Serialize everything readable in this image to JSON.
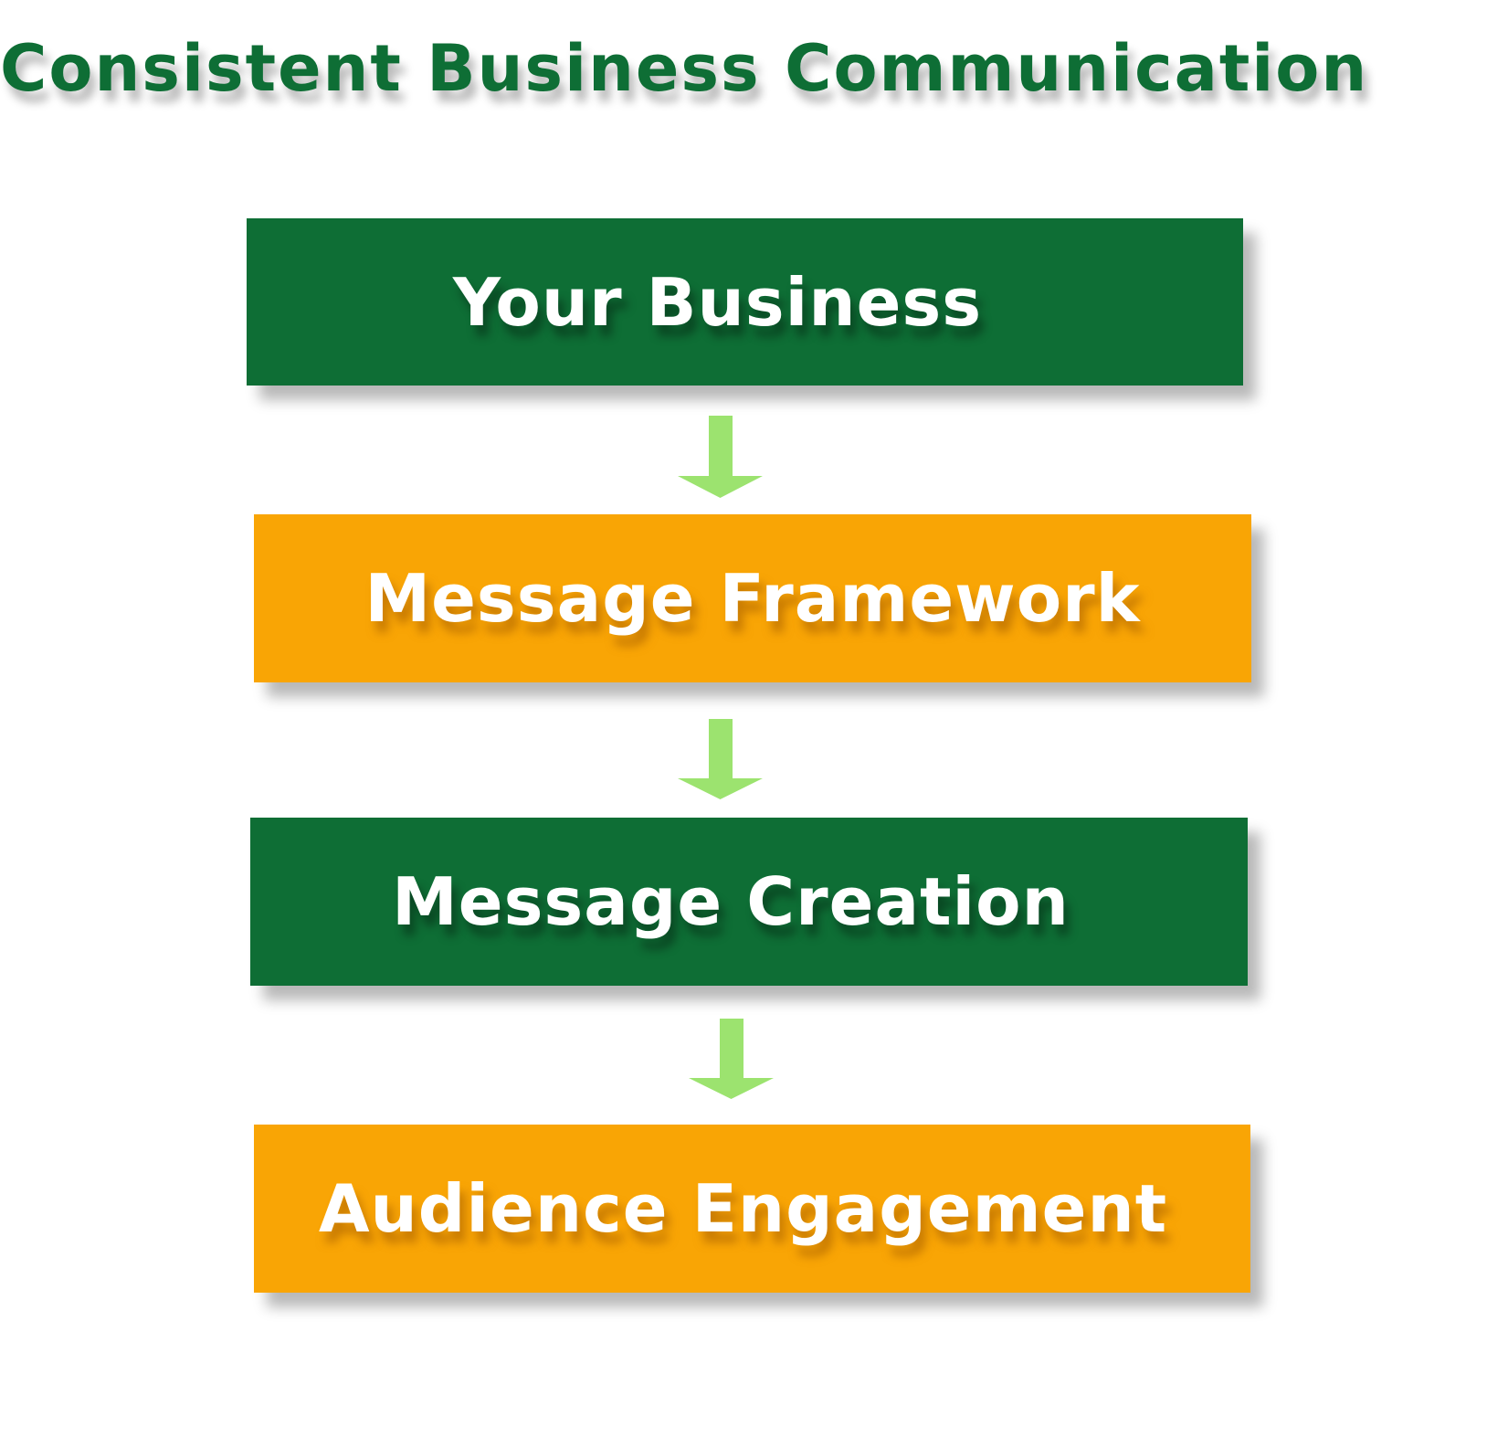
{
  "title": "Consistent Business Communication",
  "colors": {
    "title_green": "#0e6e35",
    "box_green": "#0e6e35",
    "box_orange": "#f9a505",
    "arrow_green": "#9ce36f",
    "text_white": "#ffffff"
  },
  "steps": [
    {
      "label": "Your Business",
      "color": "green"
    },
    {
      "label": "Message Framework",
      "color": "orange"
    },
    {
      "label": "Message Creation",
      "color": "green"
    },
    {
      "label": "Audience Engagement",
      "color": "orange"
    }
  ],
  "connectors": [
    {
      "from": "Your Business",
      "to": "Message Framework",
      "icon": "down-arrow-icon"
    },
    {
      "from": "Message Framework",
      "to": "Message Creation",
      "icon": "down-arrow-icon"
    },
    {
      "from": "Message Creation",
      "to": "Audience Engagement",
      "icon": "down-arrow-icon"
    }
  ]
}
